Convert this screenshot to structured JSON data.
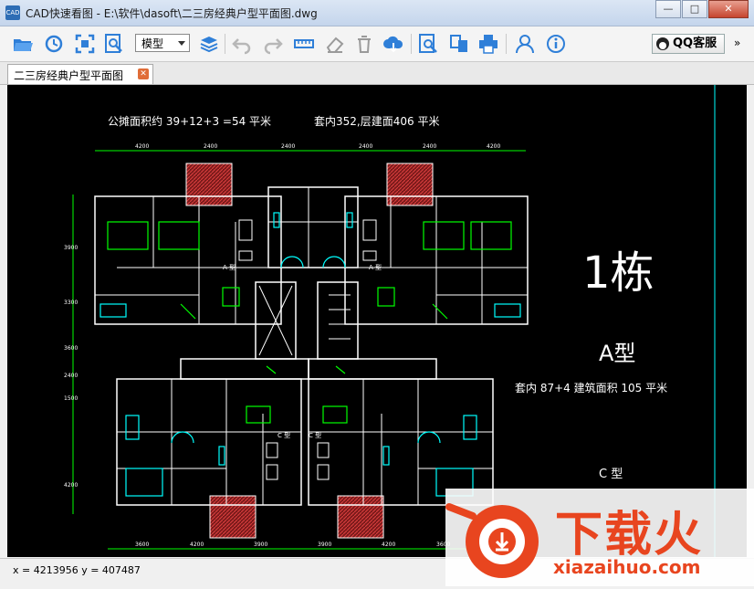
{
  "window": {
    "app_icon_text": "CAD",
    "title": "CAD快速看图 - E:\\软件\\dasoft\\二三房经典户型平面图.dwg",
    "minimize": "—",
    "maximize": "□",
    "close": "✕"
  },
  "toolbar": {
    "layout_select": "模型",
    "qq_service": "QQ客服",
    "more": "»"
  },
  "tabs": [
    {
      "label": "二三房经典户型平面图",
      "close": "✕"
    }
  ],
  "drawing": {
    "public_area": "公摊面积约 39+12+3 =54 平米",
    "total_area": "套内352,层建面406 平米",
    "building": "1栋",
    "type_a": "A型",
    "type_a_area": "套内 87+4  建筑面积 105 平米",
    "type_c": "C 型",
    "unit_a_left": "A 型",
    "unit_a_right": "A 型",
    "unit_c_left": "C 型",
    "unit_c_right": "C 型",
    "dim_top": [
      "4200",
      "2400",
      "2400",
      "2400",
      "2400",
      "4200"
    ],
    "dim_left": [
      "3900",
      "3300",
      "3600",
      "2400",
      "1500",
      "4200"
    ],
    "dim_bottom": [
      "3600",
      "4200",
      "3900",
      "3900",
      "4200",
      "3600"
    ]
  },
  "status": {
    "coordinates": "x = 4213956  y = 407487"
  },
  "watermark": {
    "brand": "下载火",
    "url": "xiazaihuo.com"
  },
  "colors": {
    "canvas_bg": "#000000",
    "cad_white": "#ffffff",
    "cad_cyan": "#00ffff",
    "cad_green": "#00ff00",
    "cad_red": "#c83232",
    "brand_orange": "#e8451f",
    "toolbar_icon": "#3a8ee6"
  }
}
